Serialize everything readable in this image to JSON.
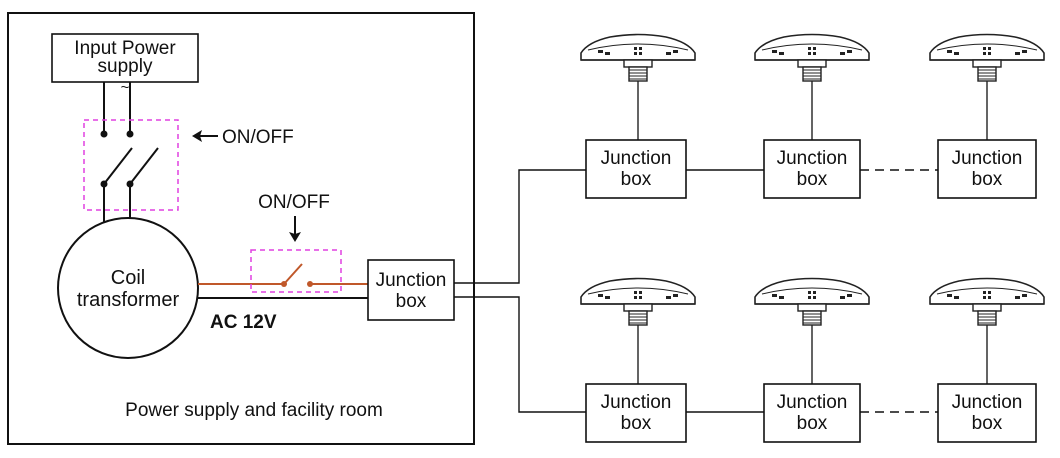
{
  "diagram": {
    "room_label": "Power supply and facility room",
    "input": {
      "line1": "Input Power",
      "line2": "supply",
      "symbol": "~"
    },
    "switch_main_label": "ON/OFF",
    "switch_secondary_label": "ON/OFF",
    "transformer": {
      "line1": "Coil",
      "line2": "transformer"
    },
    "voltage_label": "AC 12V",
    "main_junction": {
      "line1": "Junction",
      "line2": "box"
    },
    "branch_junction": {
      "line1": "Junction",
      "line2": "box"
    },
    "icons": {
      "light": "underwater-light-icon",
      "arrow": "arrow-icon"
    },
    "colors": {
      "line": "#222222",
      "switch_box": "#e040e0",
      "live_wire": "#c0582a"
    }
  }
}
